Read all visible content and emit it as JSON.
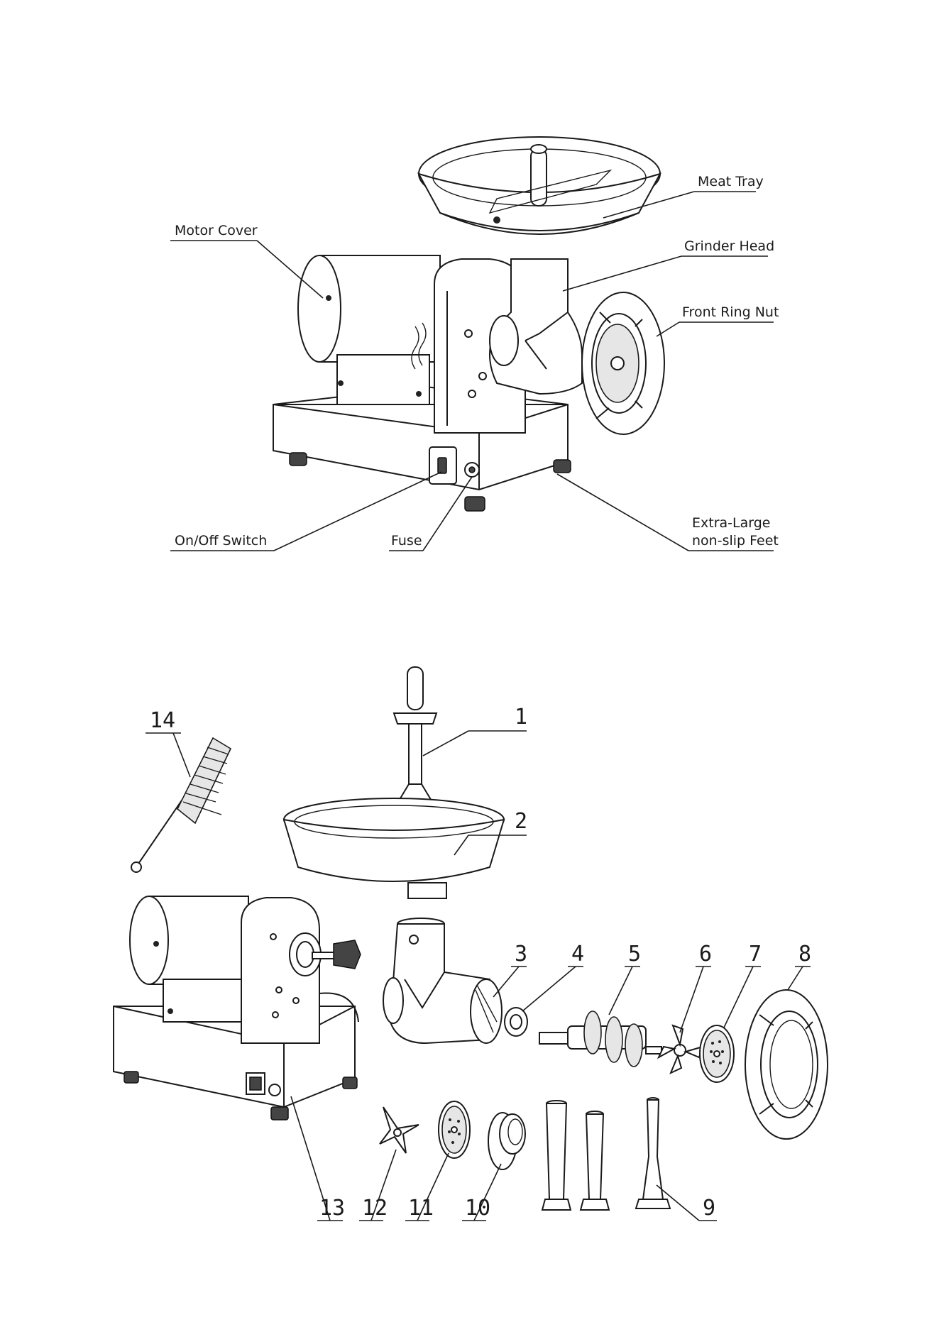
{
  "overview": {
    "labels": {
      "meat_tray": "Meat Tray",
      "grinder_head": "Grinder Head",
      "front_ring_nut": "Front Ring Nut",
      "motor_cover": "Motor Cover",
      "on_off_switch": "On/Off Switch",
      "fuse": "Fuse",
      "feet_line1": "Extra-Large",
      "feet_line2": "non-slip Feet"
    }
  },
  "exploded": {
    "numbers": {
      "n1": "1",
      "n2": "2",
      "n3": "3",
      "n4": "4",
      "n5": "5",
      "n6": "6",
      "n7": "7",
      "n8": "8",
      "n9": "9",
      "n10": "10",
      "n11": "11",
      "n12": "12",
      "n13": "13",
      "n14": "14"
    }
  }
}
